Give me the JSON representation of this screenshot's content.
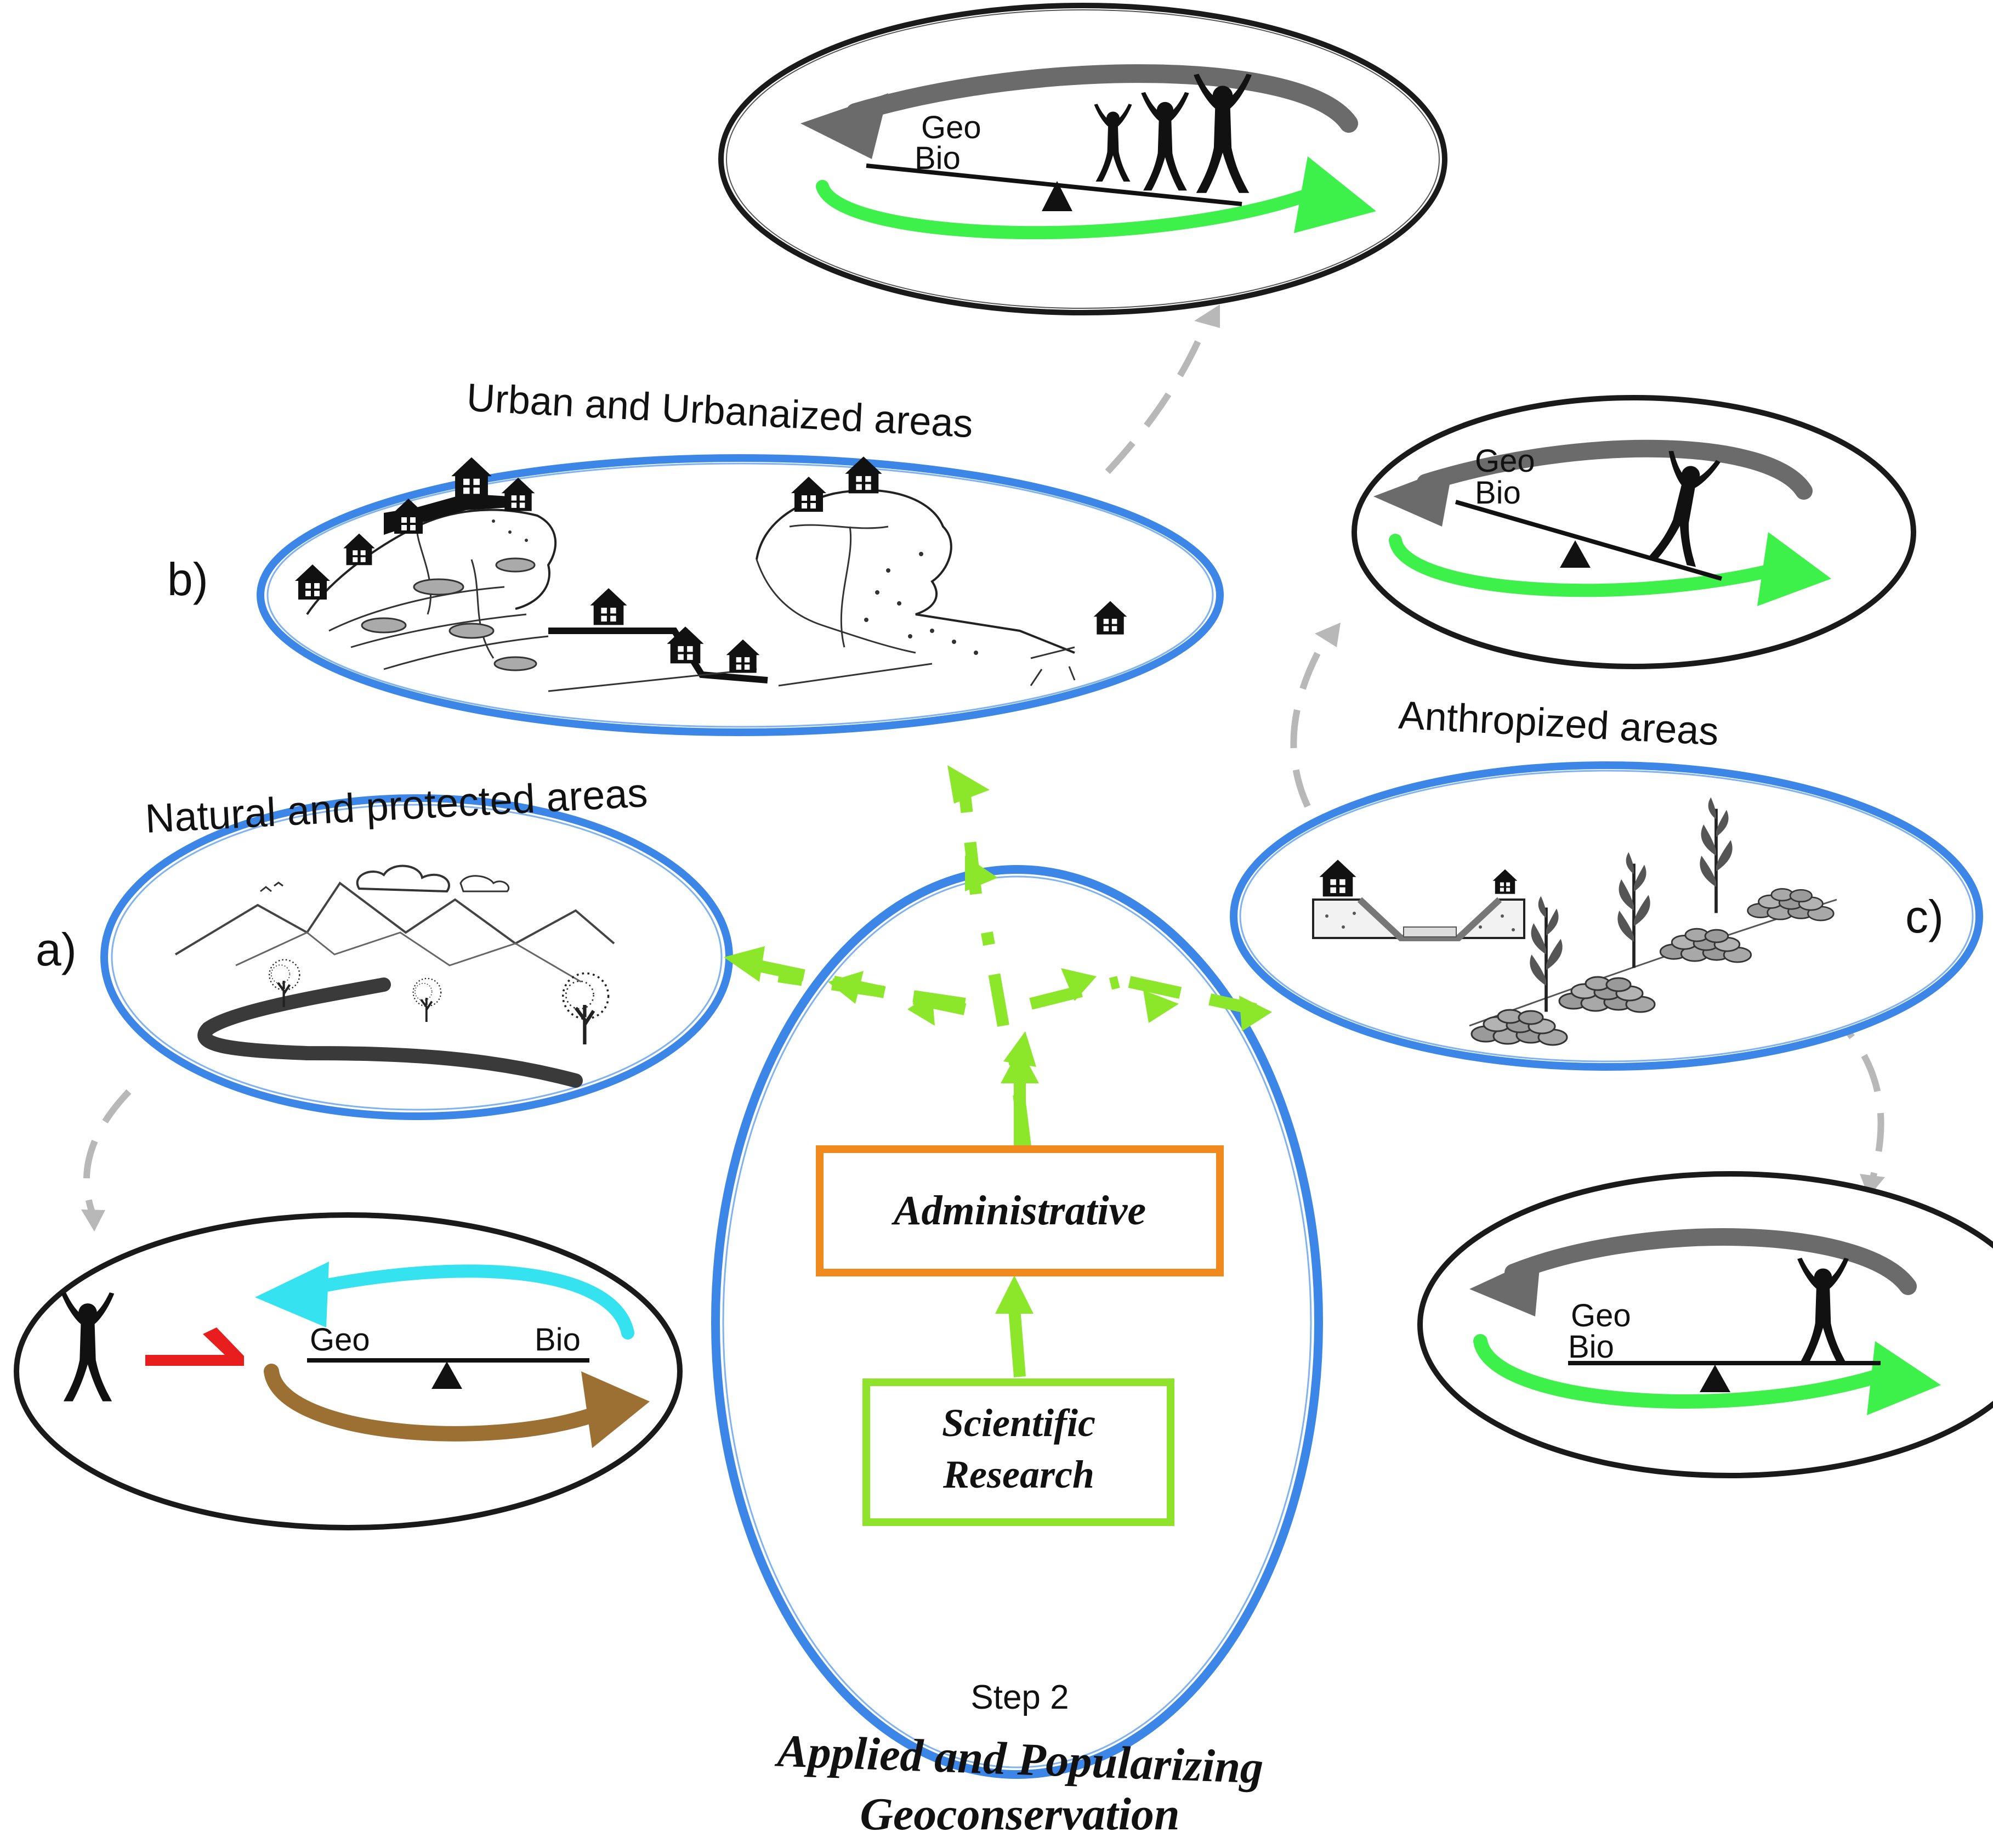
{
  "colors": {
    "blue_ellipse": "#3b86e6",
    "black_ellipse": "#1a1a1a",
    "green_arrow": "#8ce62a",
    "bright_green": "#3df04a",
    "gray_arrow": "#6b6b6b",
    "light_gray_arrow": "#b8b8b8",
    "cyan_arrow": "#35e3f0",
    "brown_arrow": "#9b7032",
    "red_arrow": "#e81e1e",
    "orange_box": "#f08a1c",
    "green_box": "#8fe32a"
  },
  "center": {
    "step_label": "Step 2",
    "admin_label": "Administrative",
    "science_line1": "Scientific",
    "science_line2": "Research",
    "caption_line1": "Applied and Popularizing",
    "caption_line2": "Geoconservation"
  },
  "areas": {
    "a": {
      "letter": "a)",
      "title": "Natural and protected areas"
    },
    "b": {
      "letter": "b)",
      "title": "Urban and Urbanaized areas"
    },
    "c": {
      "letter": "c)",
      "title": "Anthropized areas"
    }
  },
  "balances": {
    "top": {
      "geo": "Geo",
      "bio": "Bio"
    },
    "right_top": {
      "geo": "Geo",
      "bio": "Bio"
    },
    "right_bottom": {
      "geo": "Geo",
      "bio": "Bio"
    },
    "left": {
      "geo": "Geo",
      "bio": "Bio"
    }
  },
  "icons": {
    "people": "person-cheering-icon",
    "house": "house-icon",
    "tree": "tree-icon",
    "plant": "plant-icon",
    "fulcrum": "triangle-fulcrum-icon"
  }
}
